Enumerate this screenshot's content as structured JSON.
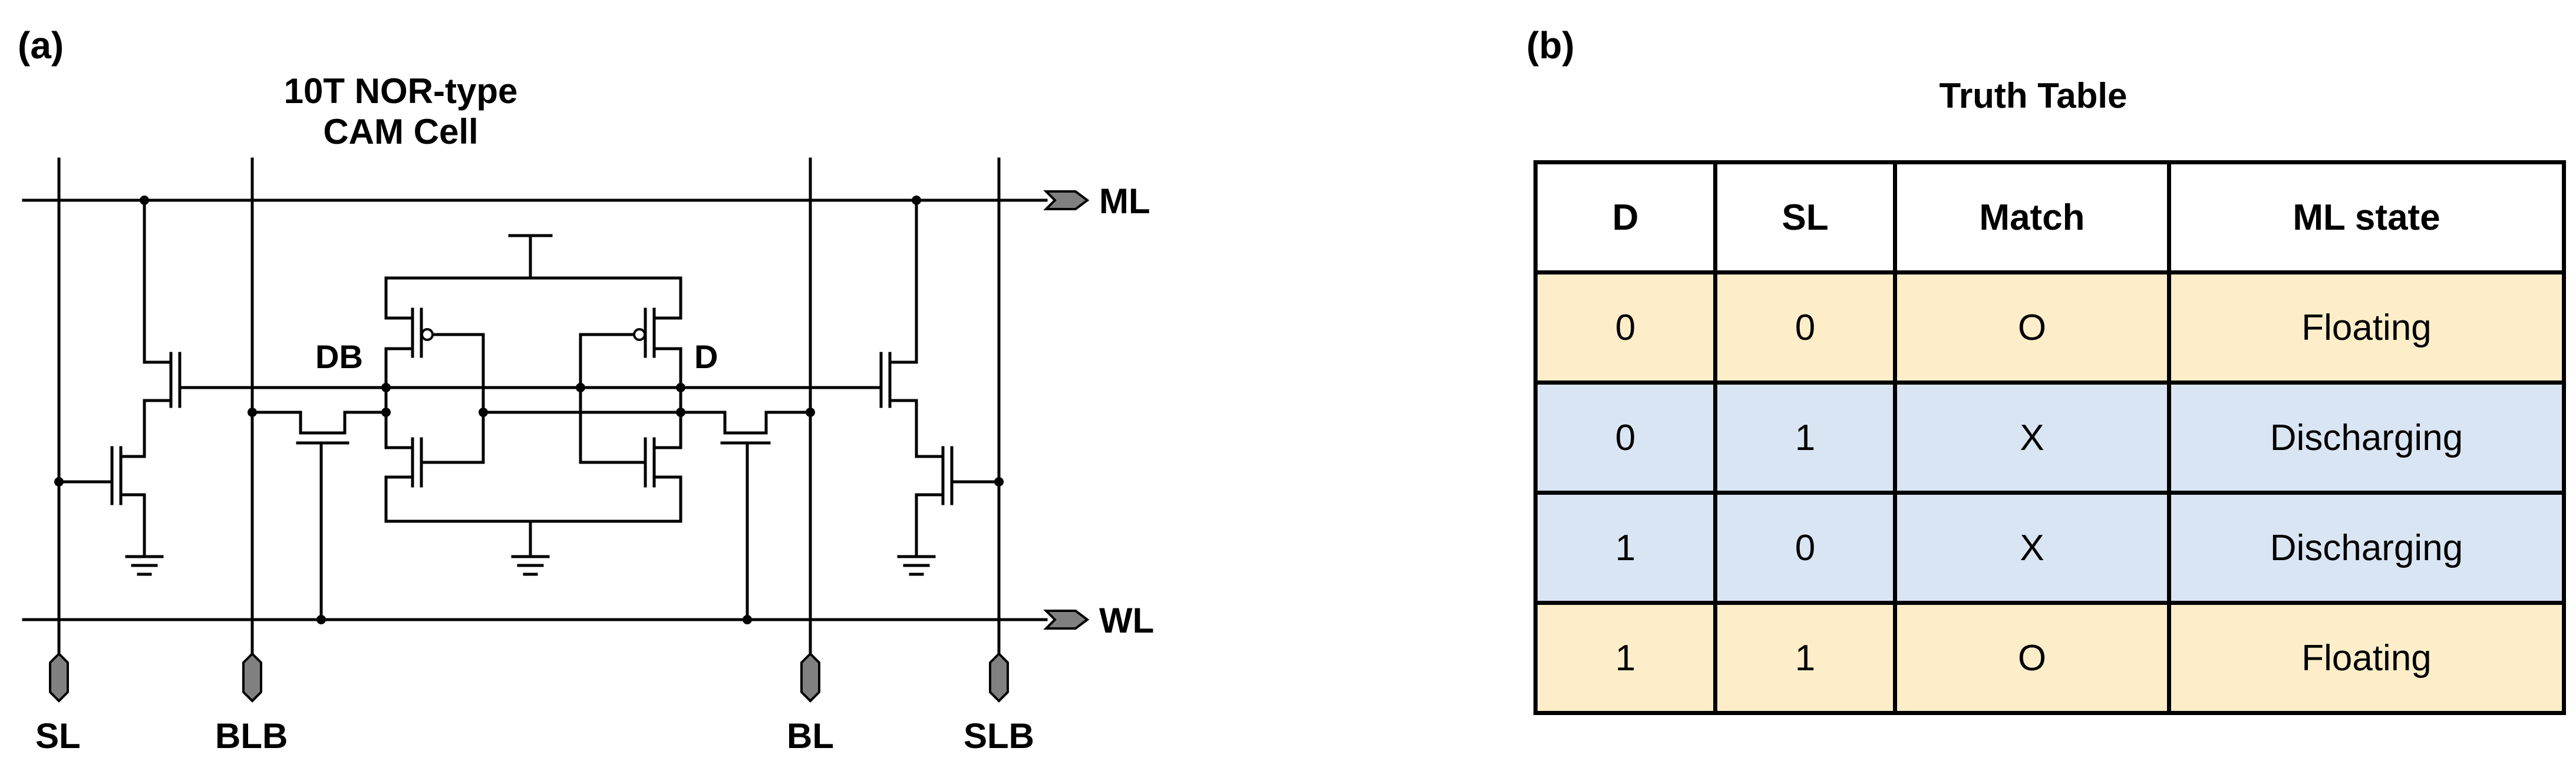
{
  "panel_a": {
    "label": "(a)",
    "title": "10T NOR-type CAM Cell",
    "node_labels": {
      "db": "DB",
      "d": "D"
    },
    "pins": {
      "ml": "ML",
      "wl": "WL",
      "sl": "SL",
      "blb": "BLB",
      "bl": "BL",
      "slb": "SLB"
    }
  },
  "panel_b": {
    "label": "(b)",
    "title": "Truth Table",
    "headers": [
      "D",
      "SL",
      "Match",
      "ML state"
    ],
    "rows": [
      {
        "cells": [
          "0",
          "0",
          "O",
          "Floating"
        ],
        "state": "float"
      },
      {
        "cells": [
          "0",
          "1",
          "X",
          "Discharging"
        ],
        "state": "dis"
      },
      {
        "cells": [
          "1",
          "0",
          "X",
          "Discharging"
        ],
        "state": "dis"
      },
      {
        "cells": [
          "1",
          "1",
          "O",
          "Floating"
        ],
        "state": "float"
      }
    ]
  },
  "colors": {
    "floating_row": "#fdeec9",
    "discharging_row": "#d9e5f3",
    "pin_fill": "#808080"
  }
}
